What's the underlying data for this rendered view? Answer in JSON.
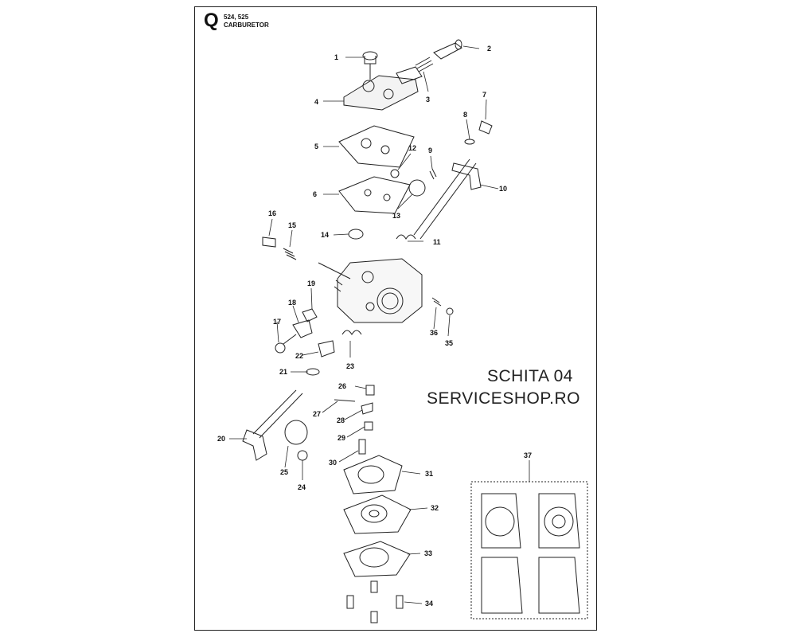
{
  "header": {
    "section_letter": "Q",
    "models": "524, 525",
    "title": "CARBURETOR"
  },
  "watermark": {
    "line1": "SCHITA 04",
    "line2": "SERVICESHOP.RO"
  },
  "callouts": [
    "1",
    "2",
    "3",
    "4",
    "5",
    "6",
    "7",
    "8",
    "9",
    "10",
    "11",
    "12",
    "13",
    "14",
    "15",
    "16",
    "17",
    "18",
    "19",
    "20",
    "21",
    "22",
    "23",
    "24",
    "25",
    "26",
    "27",
    "28",
    "29",
    "30",
    "31",
    "32",
    "33",
    "34",
    "35",
    "36",
    "37"
  ]
}
